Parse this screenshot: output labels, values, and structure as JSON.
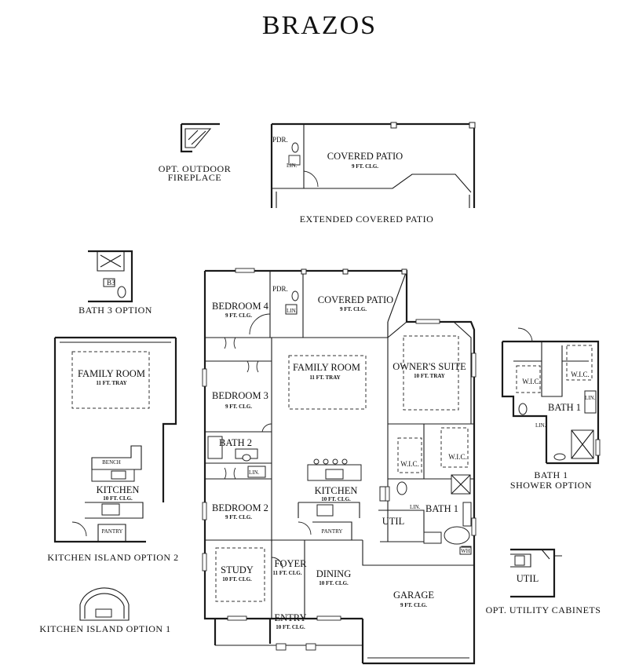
{
  "title": "BRAZOS",
  "rooms": {
    "covered_patio_ext": {
      "name": "COVERED PATIO",
      "ceiling": "9 FT. CLG."
    },
    "pdr_ext": {
      "name": "PDR."
    },
    "lin_ext": {
      "name": "LIN."
    },
    "bedroom4": {
      "name": "BEDROOM 4",
      "ceiling": "9 FT. CLG."
    },
    "pdr": {
      "name": "PDR."
    },
    "lin_pdr": {
      "name": "LIN."
    },
    "covered_patio": {
      "name": "COVERED PATIO",
      "ceiling": "9 FT. CLG."
    },
    "bedroom3": {
      "name": "BEDROOM 3",
      "ceiling": "9 FT. CLG."
    },
    "family_room": {
      "name": "FAMILY ROOM",
      "ceiling": "11 FT. TRAY"
    },
    "owners_suite": {
      "name": "OWNER'S SUITE",
      "ceiling": "10 FT. TRAY"
    },
    "bath2": {
      "name": "BATH 2"
    },
    "lin_bath2": {
      "name": "LIN."
    },
    "wic1": {
      "name": "W.I.C."
    },
    "wic2": {
      "name": "W.I.C."
    },
    "kitchen": {
      "name": "KITCHEN",
      "ceiling": "10 FT. CLG."
    },
    "bedroom2": {
      "name": "BEDROOM 2",
      "ceiling": "9 FT. CLG."
    },
    "lin_bath1": {
      "name": "LIN."
    },
    "bath1": {
      "name": "BATH 1"
    },
    "util": {
      "name": "UTIL"
    },
    "pantry": {
      "name": "PANTRY"
    },
    "study": {
      "name": "STUDY",
      "ceiling": "10 FT. CLG."
    },
    "foyer": {
      "name": "FOYER",
      "ceiling": "11 FT. CLG."
    },
    "dining": {
      "name": "DINING",
      "ceiling": "10 FT. CLG."
    },
    "garage": {
      "name": "GARAGE",
      "ceiling": "9 FT. CLG."
    },
    "entry": {
      "name": "ENTRY",
      "ceiling": "10 FT. CLG."
    },
    "wh": {
      "name": "WH"
    }
  },
  "options": {
    "outdoor_fireplace": {
      "line1": "OPT. OUTDOOR",
      "line2": "FIREPLACE"
    },
    "extended_patio": {
      "caption": "EXTENDED COVERED PATIO"
    },
    "bath3": {
      "room": "B3",
      "caption": "BATH 3 OPTION"
    },
    "kitchen_island2": {
      "family_room": "FAMILY ROOM",
      "family_ceiling": "11 FT. TRAY",
      "bench": "BENCH",
      "kitchen": "KITCHEN",
      "kitchen_ceiling": "10 FT. CLG.",
      "pantry": "PANTRY",
      "caption": "KITCHEN ISLAND OPTION 2"
    },
    "kitchen_island1": {
      "caption": "KITCHEN ISLAND OPTION 1"
    },
    "bath1_shower": {
      "wic_a": "W.I.C.",
      "wic_b": "W.I.C.",
      "bath": "BATH 1",
      "lin_a": "LIN.",
      "lin_b": "LIN.",
      "caption1": "BATH 1",
      "caption2": "SHOWER OPTION"
    },
    "utility": {
      "room": "UTIL",
      "caption": "OPT. UTILITY CABINETS"
    }
  }
}
